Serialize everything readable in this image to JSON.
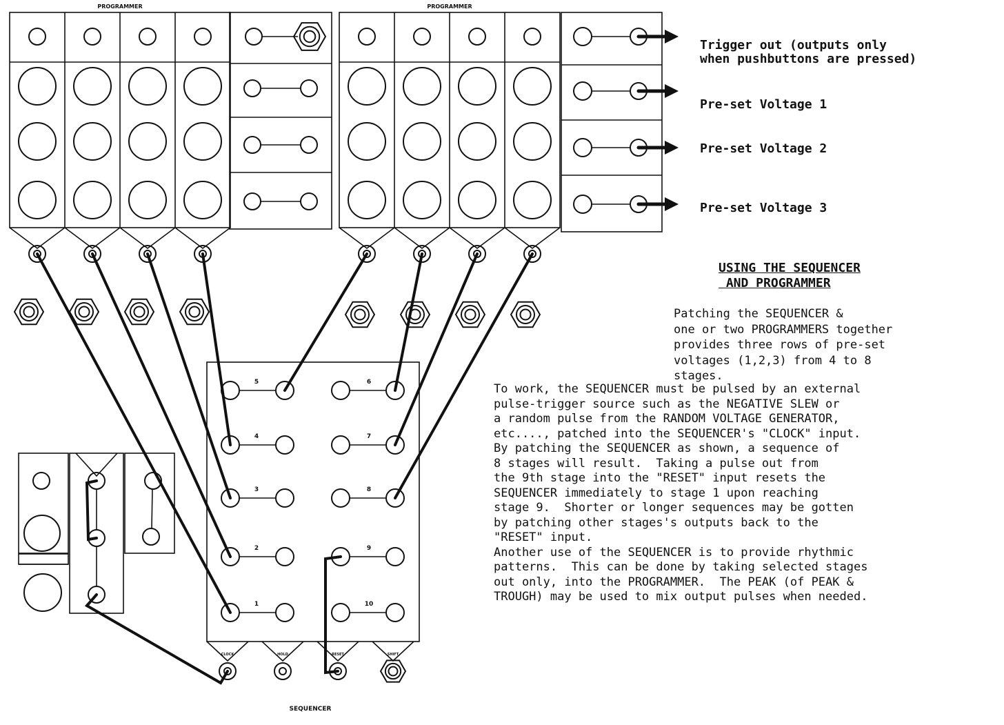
{
  "labels": {
    "programmer_left": "PROGRAMMER",
    "programmer_right": "PROGRAMMER",
    "sequencer": "SEQUENCER",
    "stage_numbers": [
      "1",
      "2",
      "3",
      "4",
      "5",
      "6",
      "7",
      "8",
      "9",
      "10"
    ],
    "bottom_jacks": [
      "CLOCK",
      "HOLD",
      "RESET",
      "SHIFT"
    ]
  },
  "legend": {
    "trigger_out": "Trigger out (outputs only\nwhen pushbuttons are pressed)",
    "preset_1": "Pre-set Voltage 1",
    "preset_2": "Pre-set Voltage 2",
    "preset_3": "Pre-set Voltage 3"
  },
  "notes": {
    "heading": "USING THE SEQUENCER\n AND PROGRAMMER",
    "intro": "Patching the SEQUENCER &\none or two PROGRAMMERS together\nprovides three rows of pre-set\nvoltages (1,2,3) from 4 to 8\nstages.",
    "body": "To work, the SEQUENCER must be pulsed by an external\npulse-trigger source such as the NEGATIVE SLEW or\na random pulse from the RANDOM VOLTAGE GENERATOR,\netc...., patched into the SEQUENCER's \"CLOCK\" input.\nBy patching the SEQUENCER as shown, a sequence of\n8 stages will result.  Taking a pulse out from\nthe 9th stage into the \"RESET\" input resets the\nSEQUENCER immediately to stage 1 upon reaching\nstage 9.  Shorter or longer sequences may be gotten\nby patching other stages's outputs back to the\n\"RESET\" input.\nAnother use of the SEQUENCER is to provide rhythmic\npatterns.  This can be done by taking selected stages\nout only, into the PROGRAMMER.  The PEAK (of PEAK &\nTROUGH) may be used to mix output pulses when needed."
  }
}
